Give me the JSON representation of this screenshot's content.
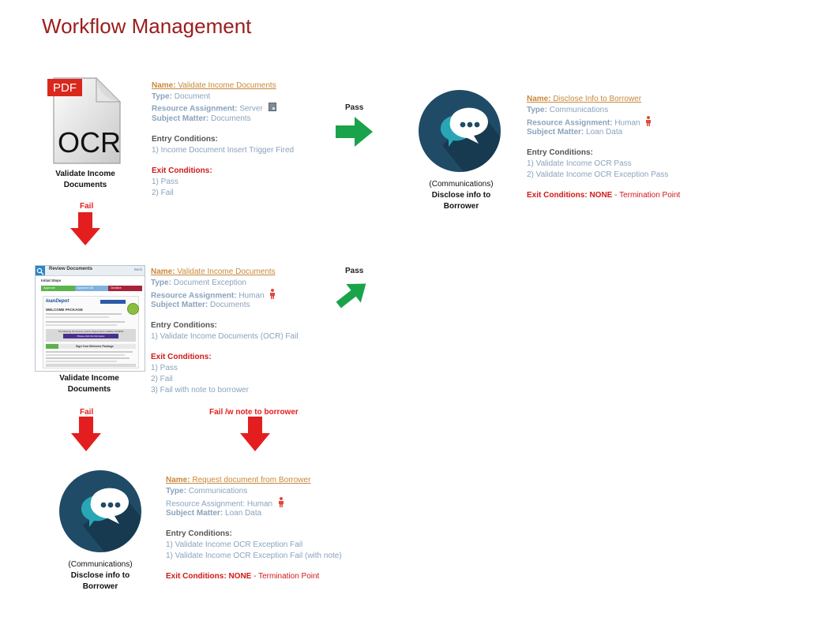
{
  "title": "Workflow Management",
  "labels": {
    "pass_1": "Pass",
    "pass_2": "Pass",
    "fail_1": "Fail",
    "fail_2": "Fail",
    "fail_note": "Fail /w note to borrower"
  },
  "icons": {
    "pdf_tag": "PDF",
    "ocr_text": "OCR"
  },
  "nodes": {
    "ocr": {
      "caption_1": "Validate Income",
      "caption_2": "Documents"
    },
    "review": {
      "caption_1": "Validate Income",
      "caption_2": "Documents"
    },
    "comm1": {
      "caption_1": "(Communications)",
      "caption_2": "Disclose info to",
      "caption_3": "Borrower"
    },
    "comm2": {
      "caption_1": "(Communications)",
      "caption_2": "Disclose info to",
      "caption_3": "Borrower"
    }
  },
  "blocks": {
    "b1": {
      "name_label": "Name:",
      "name_value": "Validate Income Documents",
      "type_label": "Type:",
      "type_value": "Document",
      "resource_label": "Resource Assignment:",
      "resource_value": "Server",
      "subject_label": "Subject Matter:",
      "subject_value": "Documents",
      "entry_label": "Entry Conditions:",
      "entry_items": [
        "1) Income Document Insert Trigger Fired"
      ],
      "exit_label": "Exit Conditions:",
      "exit_items": [
        "1) Pass",
        "2) Fail"
      ]
    },
    "b2": {
      "name_label": "Name:",
      "name_value": "Disclose Info to Borrower",
      "type_label": "Type:",
      "type_value": "Communications",
      "resource_label": "Resource Assignment:",
      "resource_value": "Human",
      "subject_label": "Subject Matter:",
      "subject_value": "Loan Data",
      "entry_label": "Entry Conditions:",
      "entry_items": [
        "1) Validate Income OCR Pass",
        "2) Validate Income OCR Exception Pass"
      ],
      "exit_label": "Exit Conditions:",
      "exit_value": "NONE",
      "exit_suffix": " - Termination Point"
    },
    "b3": {
      "name_label": "Name:",
      "name_value": "Validate Income Documents",
      "type_label": "Type:",
      "type_value": "Document Exception",
      "resource_label": "Resource Assignment:",
      "resource_value": "Human",
      "subject_label": "Subject Matter:",
      "subject_value": "Documents",
      "entry_label": "Entry Conditions:",
      "entry_items": [
        "1) Validate Income Documents (OCR) Fail"
      ],
      "exit_label": "Exit Conditions:",
      "exit_items": [
        "1) Pass",
        "2) Fail",
        "3) Fail with note to borrower"
      ]
    },
    "b4": {
      "name_label": "Name:",
      "name_value": "Request document from Borrower",
      "type_label": "Type:",
      "type_value": "Communications",
      "resource_label": "Resource Assignment:",
      "resource_value": "Human",
      "subject_label": "Subject Matter:",
      "subject_value": "Loan Data",
      "entry_label": "Entry Conditions:",
      "entry_items": [
        "1) Validate Income OCR Exception Fail",
        "1) Validate Income OCR Exception Fail (with note)"
      ],
      "exit_label": "Exit Conditions:",
      "exit_value": "NONE",
      "exit_suffix": " - Termination Point"
    }
  },
  "review_doc": {
    "header": "Review Documents",
    "back": "Back",
    "section": "Initial Steps",
    "btn_approve": "Approve",
    "btn_approve_all": "Approve All",
    "btn_decline": "Decline",
    "logo": "loanDepot",
    "welcome": "WELCOME PACKAGE",
    "notice_1": "The following Documents must be Signed and in addition ACCESS",
    "notice_2": "Please click the link below",
    "sign": "Sign Your Welcome Package"
  },
  "colors": {
    "title": "#9b1c1c",
    "name": "#c8883a",
    "field": "#8aa3bd",
    "exit": "#d11818",
    "green_arrow": "#1aa34a",
    "red_arrow": "#e41e1e",
    "comm_circle": "#1f4b66"
  }
}
